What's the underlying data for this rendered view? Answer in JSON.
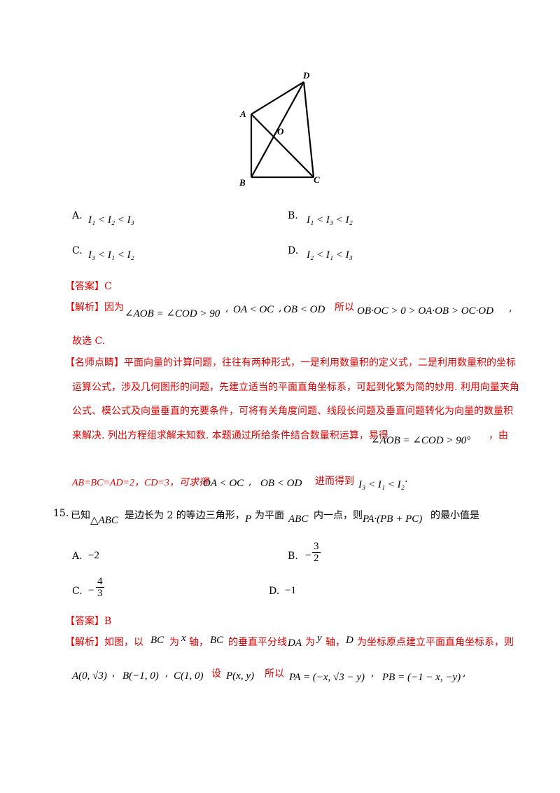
{
  "figure": {
    "labels": {
      "A": "A",
      "B": "B",
      "C": "C",
      "D": "D",
      "O": "O"
    }
  },
  "q14": {
    "options": {
      "A_label": "A.",
      "A_text": "I₁ < I₂ < I₃",
      "B_label": "B.",
      "B_text": "I₁ < I₃ < I₂",
      "C_label": "C.",
      "C_text": "I₃ < I₁ < I₂",
      "D_label": "D.",
      "D_text": "I₂ < I₁ < I₃"
    },
    "answer": "【答案】C",
    "analysis_prefix": "【解析】因为",
    "analysis_m1": "∠AOB = ∠COD > 90",
    "analysis_m2": "OA < OC",
    "analysis_m3": "OB < OD",
    "analysis_so": "所以",
    "analysis_m4": "OB·OC > 0 > OA·OB > OC·OD",
    "conclusion": "故选 C.",
    "comment_line1": "【名师点睛】平面向量的计算问题，往往有两种形式，一是利用数量积的定义式，二是利用数量积的坐标",
    "comment_line2": "运算公式，涉及几何图形的问题，先建立适当的平面直角坐标系，可起到化繁为简的妙用. 利用向量夹角",
    "comment_line3": "公式、模公式及向量垂直的充要条件，可将有关角度问题、线段长问题及垂直问题转化为向量的数量积",
    "comment_line4": "来解决. 列出方程组求解未知数. 本题通过所给条件结合数量积运算，易得",
    "comment_m1": "∠AOB = ∠COD > 90°",
    "comment_you": "，由",
    "comment_line5_a": "AB=BC=AD=2，CD=3，可求得",
    "comment_m2": "OA < OC",
    "comment_m3": "OB < OD",
    "comment_line5_b": "进而得到",
    "comment_m4": "I₃ < I₁ < I₂"
  },
  "q15": {
    "number": "15.",
    "stem_a": "已知",
    "stem_m1": "△ABC",
    "stem_b": "是边长为 2 的等边三角形，",
    "stem_m2": "P",
    "stem_c": "为平面",
    "stem_m3": "ABC",
    "stem_d": "内一点，则",
    "stem_m4": "PA·(PB + PC)",
    "stem_e": "的最小值是",
    "options": {
      "A_label": "A.",
      "A_text": "−2",
      "B_label": "B.",
      "B_num": "3",
      "B_den": "2",
      "C_label": "C.",
      "C_num": "4",
      "C_den": "3",
      "D_label": "D.",
      "D_text": "−1"
    },
    "answer": "【答案】B",
    "analysis_a": "【解析】如图，以",
    "analysis_m1": "BC",
    "analysis_b": "为",
    "analysis_m2": "x",
    "analysis_c": "轴，",
    "analysis_m3": "BC",
    "analysis_d": "的垂直平分线",
    "analysis_m4": "DA",
    "analysis_e": "为",
    "analysis_m5": "y",
    "analysis_f": "轴，",
    "analysis_m6": "D",
    "analysis_g": "为坐标原点建立平面直角坐标系，则",
    "coords_m1": "A(0, √3)",
    "coords_m2": "B(−1, 0)",
    "coords_m3": "C(1, 0)",
    "coords_she": "设",
    "coords_m4": "P(x, y)",
    "coords_so": "所以",
    "coords_m5": "PA = (−x, √3 − y)",
    "coords_m6": "PB = (−1 − x, −y)"
  }
}
